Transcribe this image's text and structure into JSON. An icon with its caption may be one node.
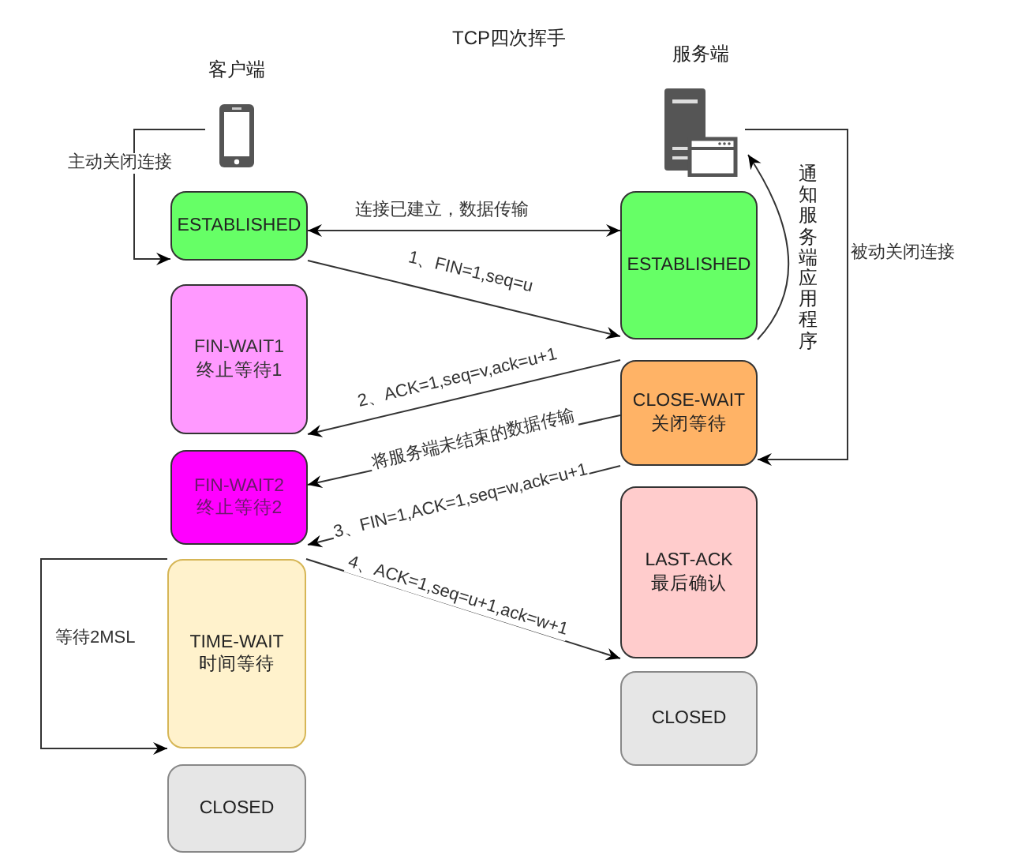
{
  "diagram": {
    "title": "TCP四次挥手",
    "nodes": [
      {
        "text": [
          "客户端"
        ]
      },
      {
        "text": [
          "服务端"
        ]
      },
      {
        "text": [
          "ESTABLISHED"
        ]
      },
      {
        "text": [
          "FIN-WAIT1 终止等待1"
        ]
      },
      {
        "text": [
          "FIN-WAIT2 终止等待2"
        ]
      },
      {
        "text": [
          "TIME-WAIT 时间等待"
        ]
      },
      {
        "text": [
          "CLOSED"
        ]
      },
      {
        "text": [
          "ESTABLISHED"
        ]
      },
      {
        "text": [
          "CLOSE-WAIT 关闭等待"
        ]
      },
      {
        "text": [
          "LAST-ACK 最后确认"
        ]
      },
      {
        "text": [
          "CLOSED"
        ]
      }
    ],
    "edges": [
      {
        "from": 0,
        "to": 2,
        "arrow": "to",
        "label": "主动关闭连接"
      },
      {
        "from": 2,
        "to": 7,
        "arrow": "both",
        "label": "连接已建立，数据传输"
      },
      {
        "from": 2,
        "to": 7,
        "arrow": "to",
        "label": "1、FIN=1,seq=u"
      },
      {
        "from": 8,
        "to": 3,
        "arrow": "to",
        "label": "2、ACK=1,seq=v,ack=u+1"
      },
      {
        "from": 8,
        "to": 4,
        "arrow": "to",
        "label": "将服务端未结束的数据传输"
      },
      {
        "from": 8,
        "to": 4,
        "arrow": "to",
        "label": "3、FIN=1,ACK=1,seq=w,ack=u+1"
      },
      {
        "from": 5,
        "to": 9,
        "arrow": "to",
        "label": "4、ACK=1,seq=u+1,ack=w+1"
      },
      {
        "from": 7,
        "to": 1,
        "arrow": "to",
        "label": "通知服务端应用程序"
      },
      {
        "from": 1,
        "to": 8,
        "arrow": "to",
        "label": "被动关闭连接"
      },
      {
        "from": 5,
        "to": 5,
        "arrow": "to",
        "label": "等待2MSL"
      }
    ]
  }
}
